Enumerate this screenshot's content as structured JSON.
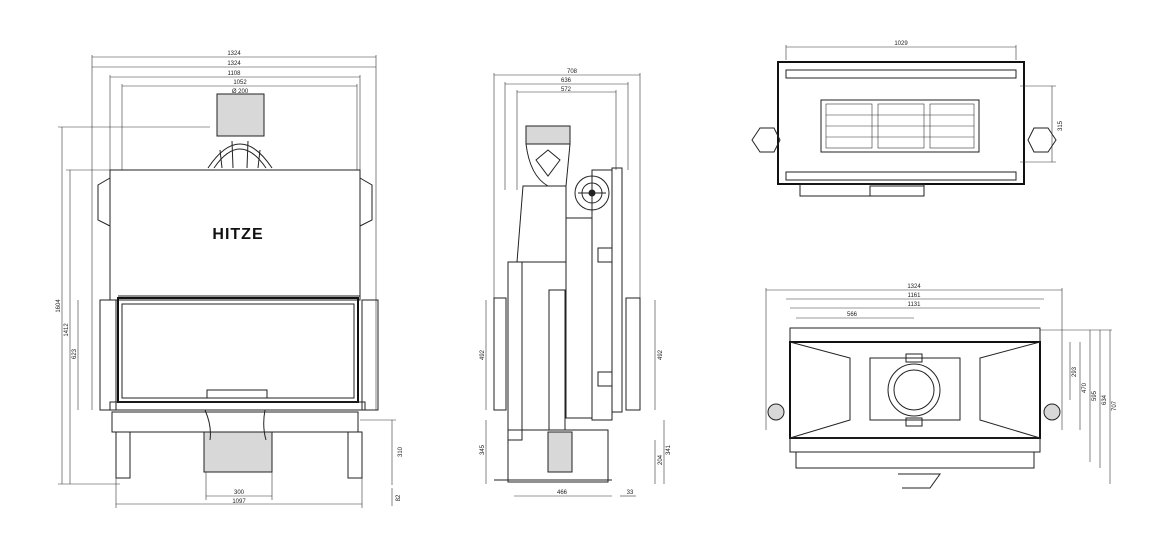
{
  "front_view": {
    "brand": "HITZE",
    "dims": {
      "top1": "1324",
      "top2": "1324",
      "top3": "1108",
      "top4": "1052",
      "flue": "Ø 200",
      "left_outer": "1604",
      "left_mid": "1412",
      "left_inner": "623",
      "right": "310",
      "bottom_inner": "300",
      "bottom_outer": "1097",
      "right_small": "82"
    }
  },
  "side_view": {
    "dims": {
      "top1": "708",
      "top2": "636",
      "top3": "572",
      "left_upper": "492",
      "right_upper": "492",
      "left_lower": "345",
      "right_lower_a": "204",
      "right_lower_b": "341",
      "bottom_main": "466",
      "bottom_small": "33"
    }
  },
  "top_view": {
    "dims": {
      "top": "1029",
      "right": "315"
    }
  },
  "plan_view": {
    "dims": {
      "top1": "1324",
      "top2": "1161",
      "top3": "1131",
      "inner": "566",
      "r1": "293",
      "r2": "470",
      "r3": "595",
      "r4": "634",
      "r5": "707"
    }
  }
}
